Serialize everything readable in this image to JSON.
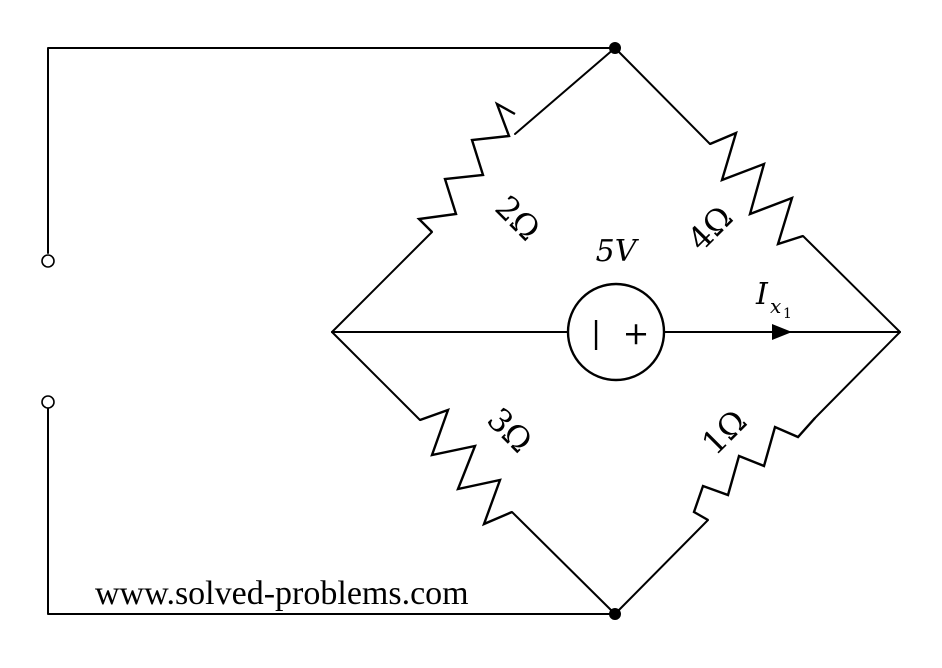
{
  "resistors": {
    "r_top_left": "2Ω",
    "r_top_right": "4Ω",
    "r_bottom_left": "3Ω",
    "r_bottom_right": "1Ω"
  },
  "source": {
    "voltage_label": "5V",
    "minus_symbol": "|",
    "plus_symbol": "+"
  },
  "current": {
    "symbol": "I",
    "subscript": "x",
    "sub_subscript": "1"
  },
  "watermark": "www.solved-problems.com"
}
